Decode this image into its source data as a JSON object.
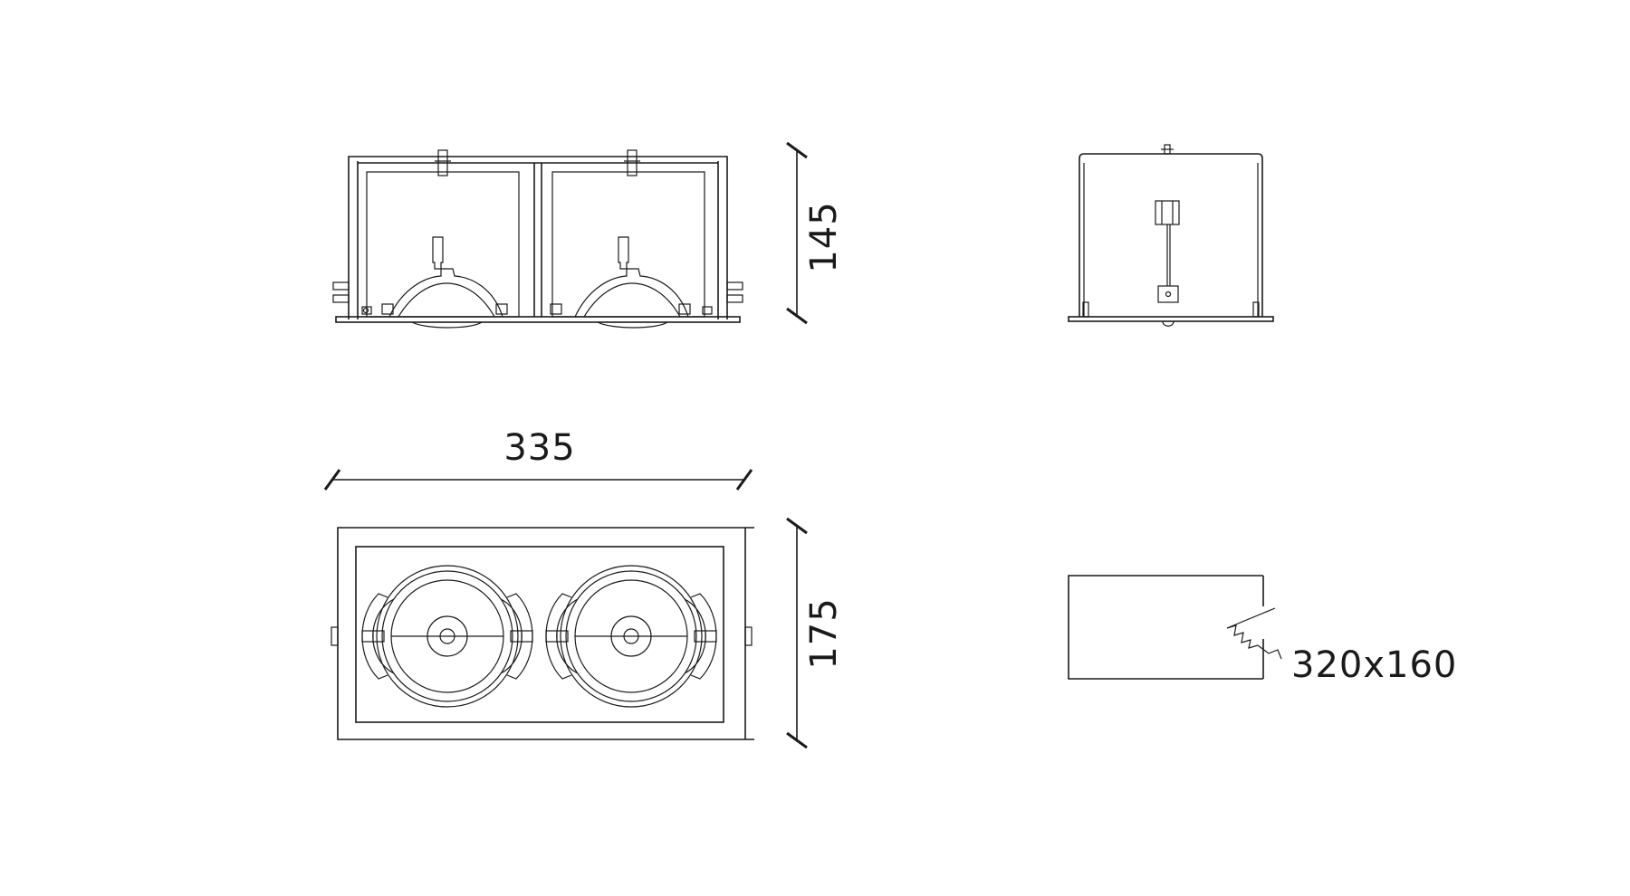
{
  "dimensions": {
    "height": "145",
    "width": "335",
    "depth": "175",
    "cutout": "320x160"
  },
  "colors": {
    "line": "#1a1a1a",
    "background": "#ffffff"
  }
}
